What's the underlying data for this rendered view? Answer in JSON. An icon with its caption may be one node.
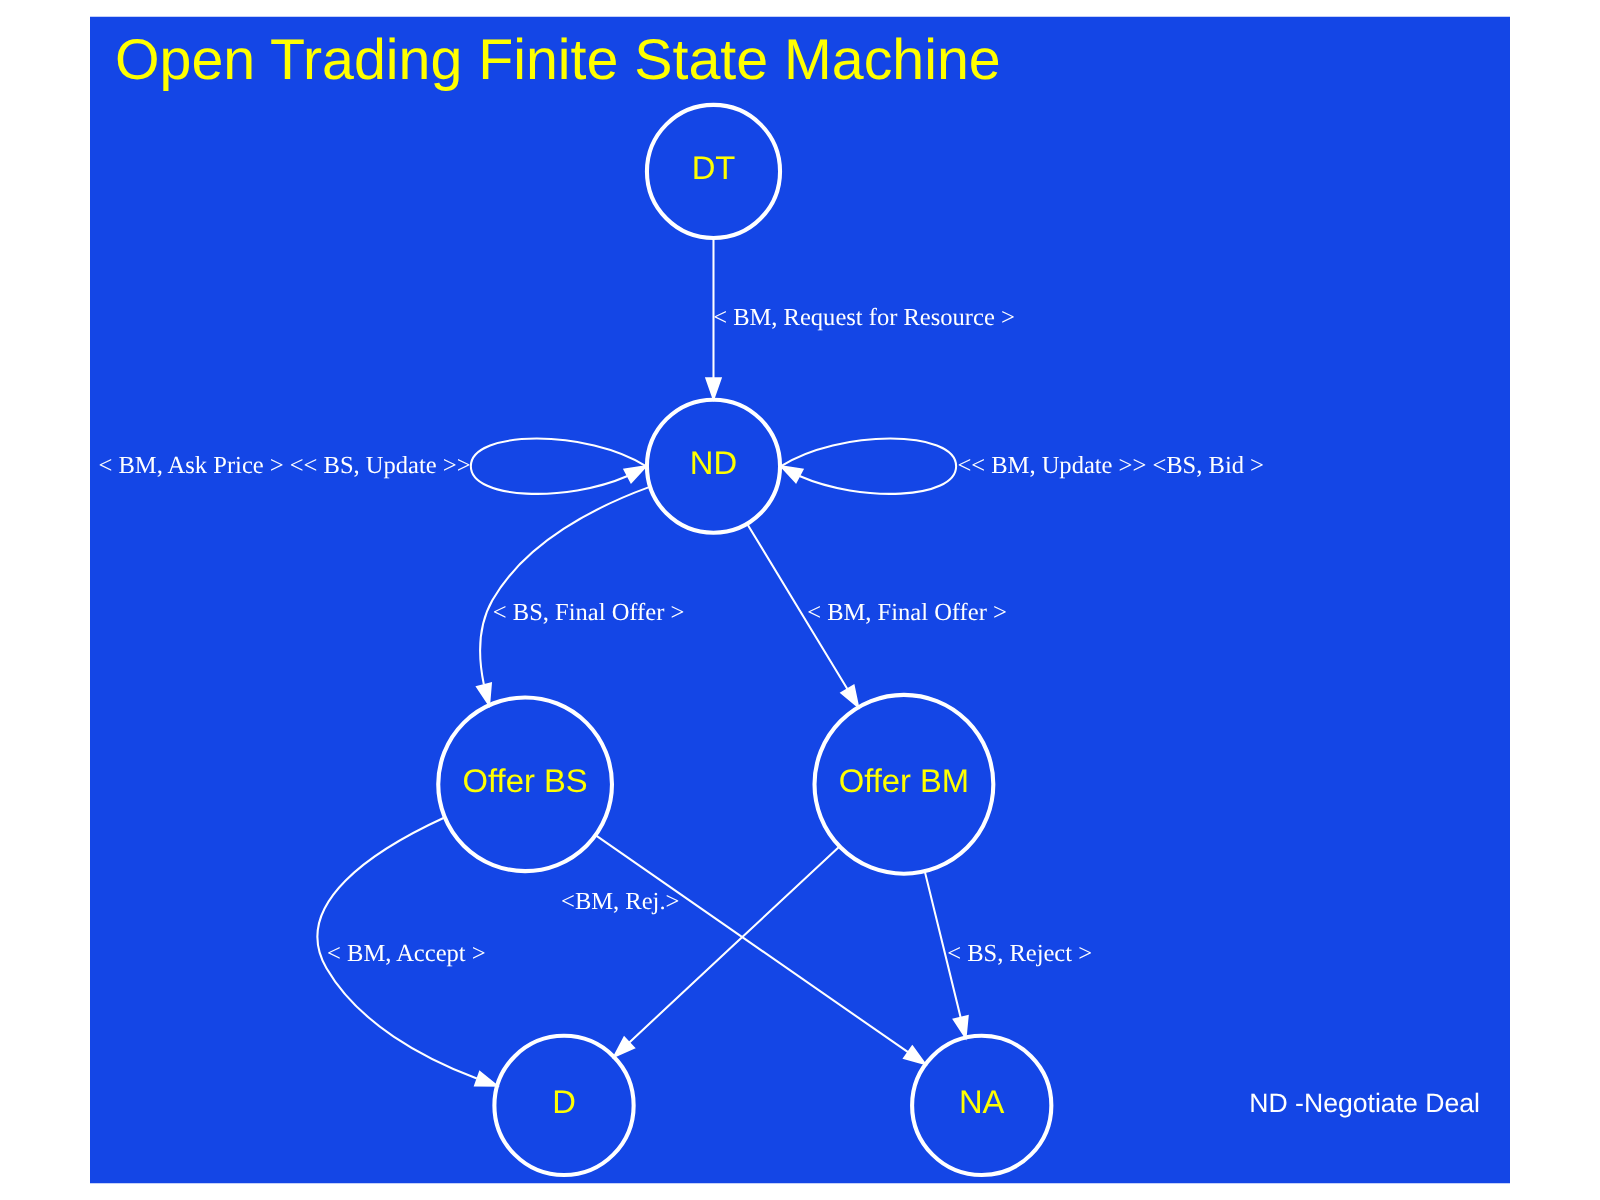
{
  "diagram": {
    "title": "Open Trading Finite State Machine",
    "nodes": [
      {
        "text": [
          "DT"
        ]
      },
      {
        "text": [
          "ND"
        ]
      },
      {
        "text": [
          "Offer BS"
        ]
      },
      {
        "text": [
          "Offer BM"
        ]
      },
      {
        "text": [
          "D"
        ]
      },
      {
        "text": [
          "NA"
        ]
      }
    ],
    "edges": [
      {
        "from": 0,
        "to": 1,
        "arrow": "to",
        "label": "< BM, Request for Resource >"
      },
      {
        "from": 1,
        "to": 1,
        "arrow": "to",
        "label": "< BM, Ask Price > << BS, Update >>"
      },
      {
        "from": 1,
        "to": 1,
        "arrow": "to",
        "label": "<< BM, Update >> <BS, Bid >"
      },
      {
        "from": 1,
        "to": 2,
        "arrow": "to",
        "label": "< BS, Final Offer >"
      },
      {
        "from": 1,
        "to": 3,
        "arrow": "to",
        "label": "< BM, Final Offer >"
      },
      {
        "from": 2,
        "to": 4,
        "arrow": "to",
        "label": "< BM, Accept >"
      },
      {
        "from": 2,
        "to": 5,
        "arrow": "to",
        "label": "<BM, Rej.>"
      },
      {
        "from": 3,
        "to": 4,
        "arrow": "to"
      },
      {
        "from": 3,
        "to": 5,
        "arrow": "to",
        "label": "< BS, Reject >"
      }
    ],
    "labels": [
      "ND -Negotiate Deal"
    ]
  }
}
